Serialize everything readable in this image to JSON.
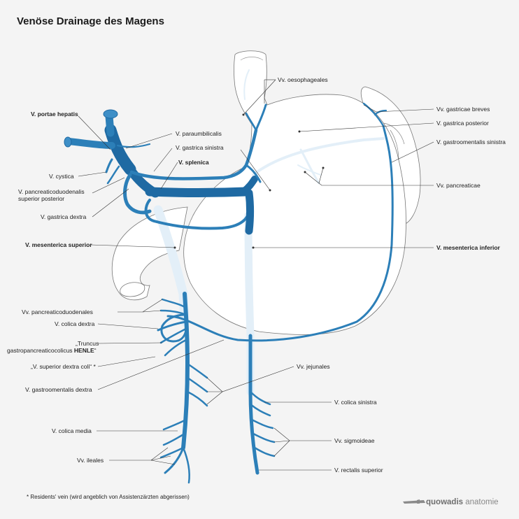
{
  "title": "Venöse Drainage des Magens",
  "labels": {
    "oesophageales": "Vv. oesophageales",
    "gastricae_breves": "Vv. gastricae breves",
    "gastrica_posterior": "V. gastrica posterior",
    "gastroomentalis_sinistra": "V. gastroomentalis sinistra",
    "pancreaticae": "Vv. pancreaticae",
    "mesenterica_inferior": "V. mesenterica inferior",
    "portae_hepatis": "V. portae hepatis",
    "paraumbilicalis": "V. paraumbilicalis",
    "gastrica_sinistra": "V. gastrica sinistra",
    "splenica": "V. splenica",
    "cystica": "V. cystica",
    "pdsp_line1": "V. pancreaticoduodenalis",
    "pdsp_line2": "superior posterior",
    "gastrica_dextra": "V. gastrica dextra",
    "mesenterica_superior": "V. mesenterica superior",
    "pancreaticoduodenales": "Vv. pancreaticoduodenales",
    "colica_dextra": "V. colica dextra",
    "truncus_line1": "„Truncus",
    "truncus_line2a": "gastropancreaticocolicus ",
    "truncus_line2b": "HENLE",
    "truncus_line2c": "“",
    "superior_dextra_coli": "„V. superior dextra coli“ *",
    "gastroomentalis_dextra": "V. gastroomentalis dextra",
    "jejunales": "Vv. jejunales",
    "colica_sinistra": "V. colica sinistra",
    "sigmoideae": "Vv. sigmoideae",
    "colica_media": "V. colica media",
    "ileales": "Vv. ileales",
    "rectalis_superior": "V. rectalis superior"
  },
  "footnote": "*  Residents' vein (wird angeblich von Assistenzärzten abgerissen)",
  "brand": {
    "bold": "quowadis",
    "light": " anatomie"
  },
  "colors": {
    "vein": "#2c7fb8",
    "vein_dark": "#1f6aa3",
    "vein_pale": "#e3eff8",
    "background": "#f4f4f4"
  }
}
